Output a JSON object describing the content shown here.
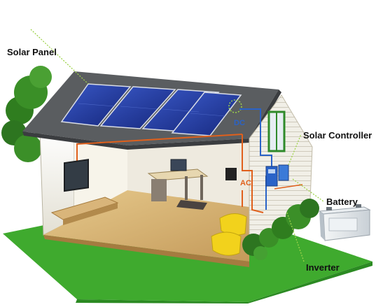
{
  "labels": {
    "solar_panel": "Solar Panel",
    "solar_controller": "Solar Controller",
    "battery": "Battery",
    "inverter": "Inverter"
  },
  "wires": {
    "dc": "DC",
    "ac": "AC"
  },
  "colors": {
    "dc_wire": "#2a63c8",
    "ac_wire": "#e0601c",
    "leader": "#9ed34a",
    "grass": "#3faa2e",
    "roof": "#5a5d60",
    "panel": "#1f3aa0",
    "wall": "#f3f1e8",
    "floor": "#d8b97a"
  }
}
